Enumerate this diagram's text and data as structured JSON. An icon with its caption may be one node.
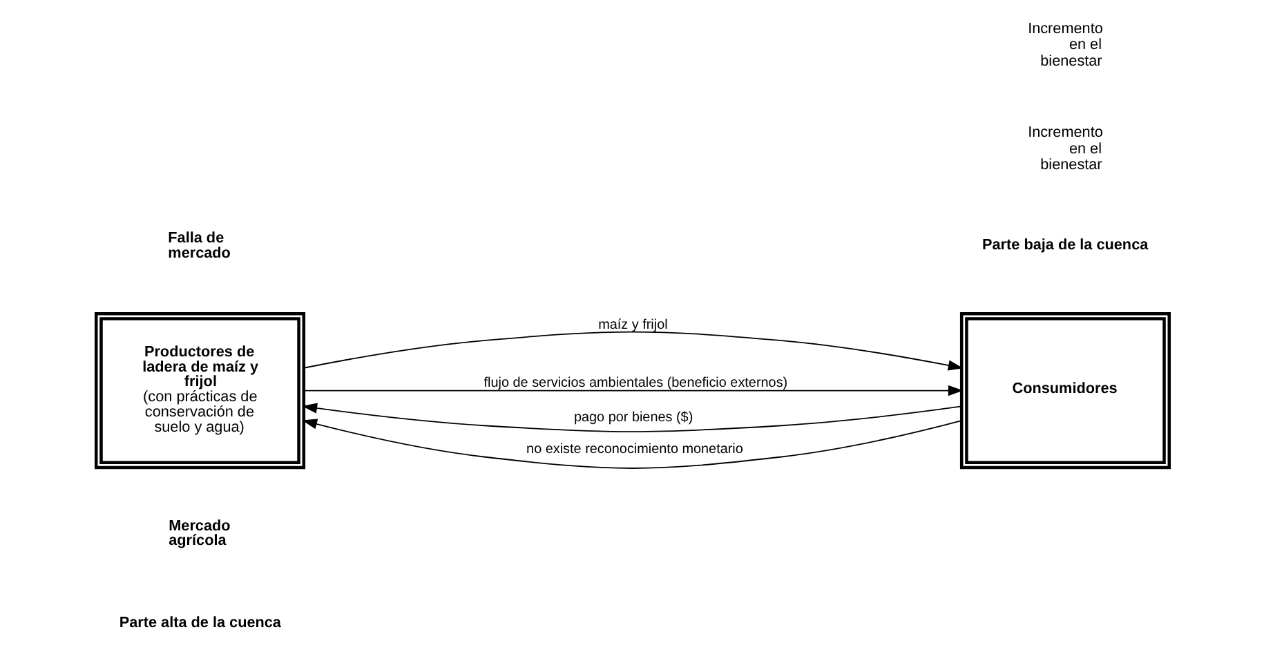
{
  "diagram": {
    "nodes": [
      {
        "text": [
          "Productores de ladera de maíz y frijol",
          "(con prácticas de conservación de suelo y agua)"
        ]
      },
      {
        "text": [
          "Consumidores"
        ]
      }
    ],
    "edges": [
      {
        "from": 0,
        "to": 1,
        "arrow": "to",
        "label": "maíz y frijol"
      },
      {
        "from": 1,
        "to": 0,
        "arrow": "to",
        "label": "pago por bienes ($)"
      },
      {
        "from": 1,
        "to": 0,
        "arrow": "to",
        "label": "no existe reconocimiento monetario"
      },
      {
        "from": 0,
        "to": 1,
        "arrow": "to",
        "label": "flujo de servicios ambientales (beneficio externos)"
      }
    ],
    "labels": [
      "Parte alta de la cuenca",
      "Parte baja de la cuenca",
      "Mercado agrícola",
      "Incremento en el bienestar",
      "Falla de mercado",
      "Incremento en el bienestar"
    ]
  }
}
